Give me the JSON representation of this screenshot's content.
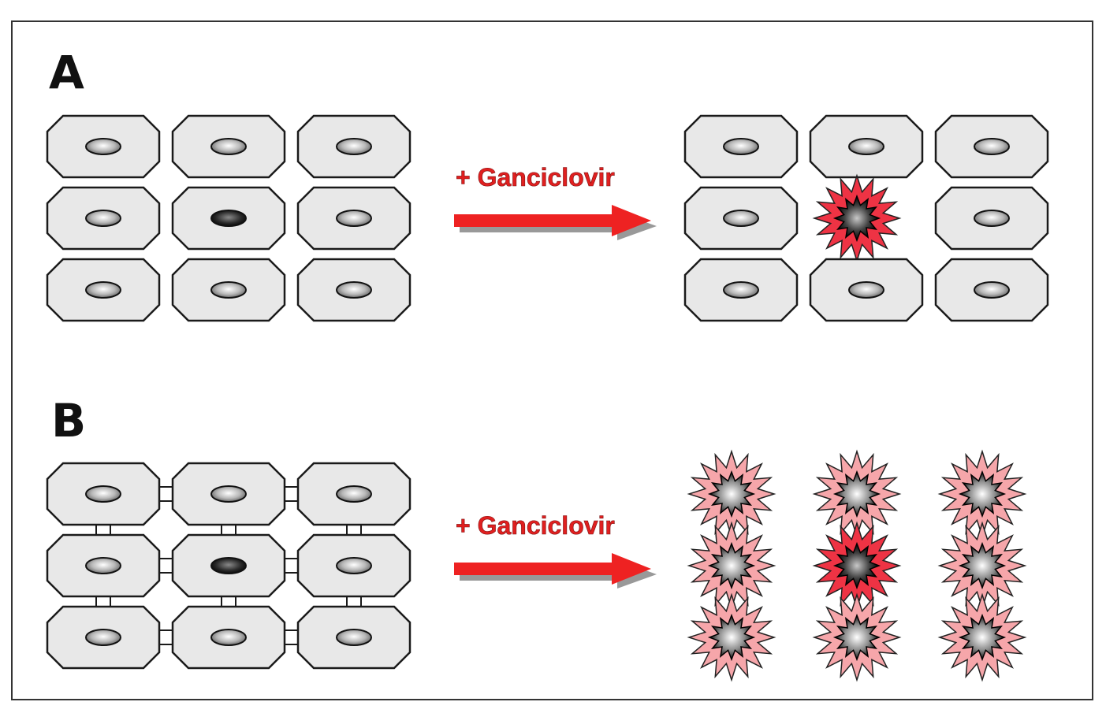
{
  "panels": [
    {
      "letter": "A",
      "treatment": "+ Ganciclovir",
      "gap_junctions": false,
      "before": [
        [
          "normal",
          "normal",
          "normal"
        ],
        [
          "normal",
          "transduced",
          "normal"
        ],
        [
          "normal",
          "normal",
          "normal"
        ]
      ],
      "after": [
        [
          "normal",
          "normal",
          "normal"
        ],
        [
          "normal",
          "dead-transduced",
          "normal"
        ],
        [
          "normal",
          "normal",
          "normal"
        ]
      ]
    },
    {
      "letter": "B",
      "treatment": "+ Ganciclovir",
      "gap_junctions": true,
      "before": [
        [
          "normal",
          "normal",
          "normal"
        ],
        [
          "normal",
          "transduced",
          "normal"
        ],
        [
          "normal",
          "normal",
          "normal"
        ]
      ],
      "after": [
        [
          "dead-bystander",
          "dead-bystander",
          "dead-bystander"
        ],
        [
          "dead-bystander",
          "dead-transduced",
          "dead-bystander"
        ],
        [
          "dead-bystander",
          "dead-bystander",
          "dead-bystander"
        ]
      ]
    }
  ],
  "colors": {
    "cell_fill": "#e8e8e8",
    "cell_stroke": "#1a1a1a",
    "arrow": "#ee2222",
    "arrow_shadow": "#999999",
    "label": "#e02020",
    "burst_transduced": "#ee3344",
    "burst_bystander": "#f6a6aa"
  }
}
